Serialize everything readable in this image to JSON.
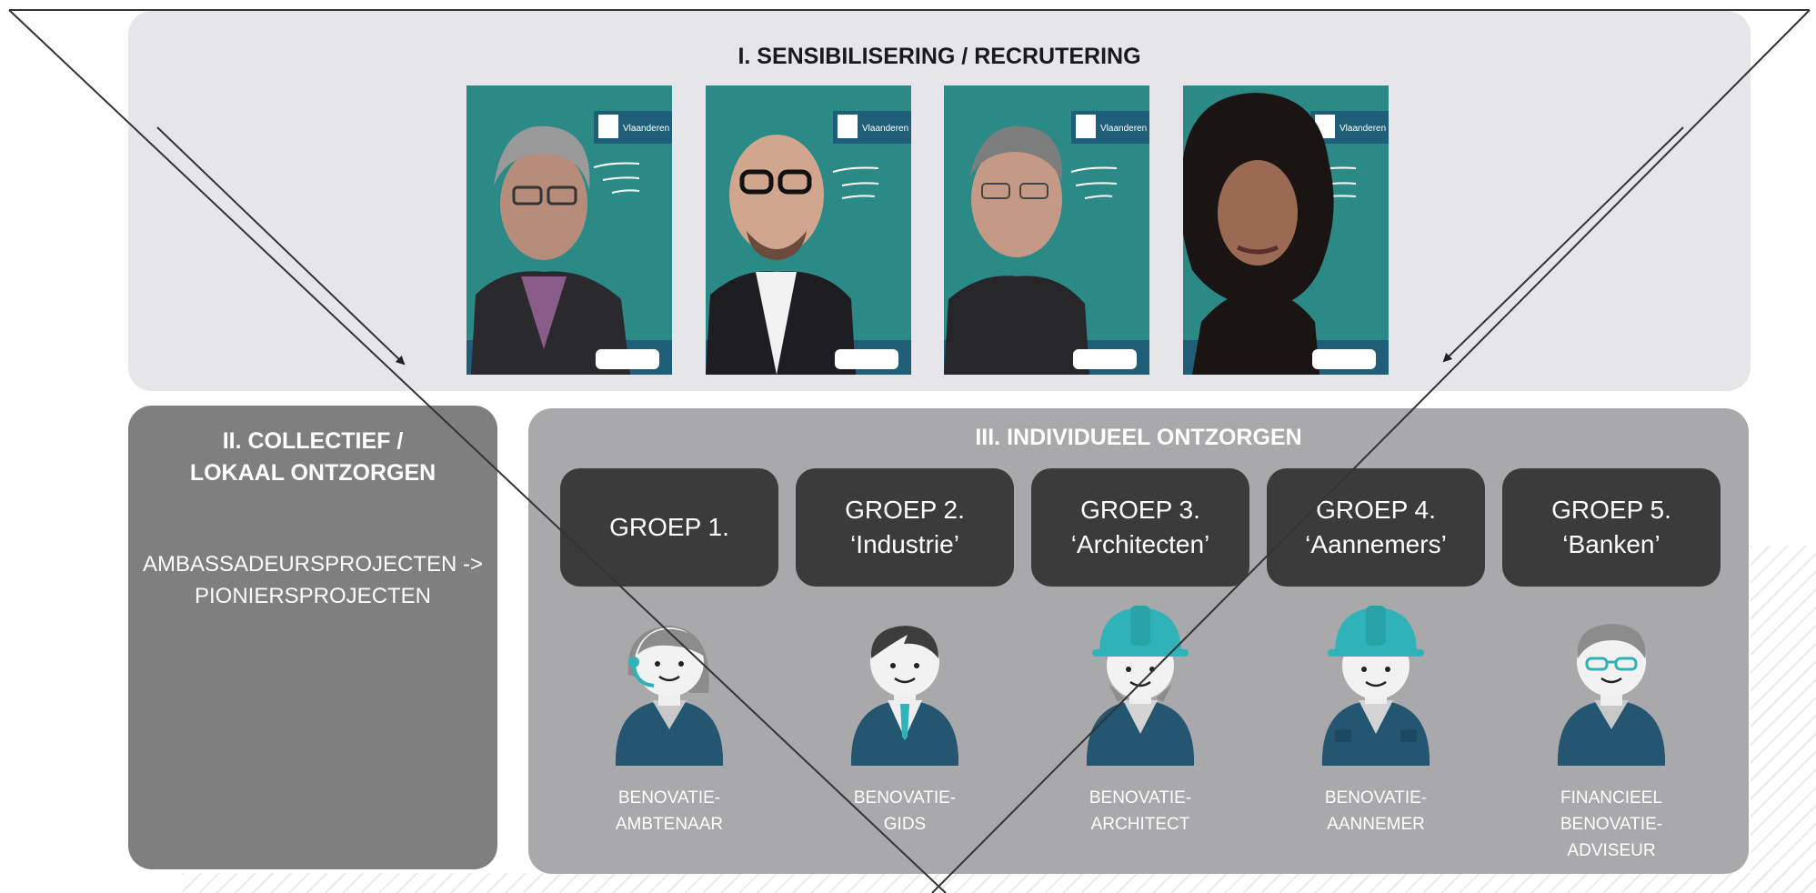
{
  "sensibilisering": {
    "title": "I. SENSIBILISERING / RECRUTERING"
  },
  "posters": [
    {
      "brand": "Vlaanderen",
      "icon": "flanders-logo-icon"
    },
    {
      "brand": "Vlaanderen",
      "icon": "flanders-logo-icon"
    },
    {
      "brand": "Vlaanderen",
      "icon": "flanders-logo-icon"
    },
    {
      "brand": "Vlaanderen",
      "icon": "flanders-logo-icon"
    }
  ],
  "collectief": {
    "title_line1": "II. COLLECTIEF /",
    "title_line2": "LOKAAL ONTZORGEN",
    "text_line1": "AMBASSADEURSPROJECTEN ->",
    "text_line2": "PIONIERSPROJECTEN"
  },
  "individueel": {
    "title": "III. INDIVIDUEEL ONTZORGEN",
    "groups": [
      {
        "line1": "GROEP 1.",
        "line2": ""
      },
      {
        "line1": "GROEP 2.",
        "line2": "‘Industrie’"
      },
      {
        "line1": "GROEP 3.",
        "line2": "‘Architecten’"
      },
      {
        "line1": "GROEP 4.",
        "line2": "‘Aannemers’"
      },
      {
        "line1": "GROEP 5.",
        "line2": "‘Banken’"
      }
    ],
    "roles": [
      {
        "line1": "BENOVATIE-",
        "line2": "AMBTENAAR",
        "line3": "",
        "icon": "headset-official-icon"
      },
      {
        "line1": "BENOVATIE-",
        "line2": "GIDS",
        "line3": "",
        "icon": "businessman-tie-icon"
      },
      {
        "line1": "BENOVATIE-",
        "line2": "ARCHITECT",
        "line3": "",
        "icon": "hardhat-architect-icon"
      },
      {
        "line1": "BENOVATIE-",
        "line2": "AANNEMER",
        "line3": "",
        "icon": "hardhat-contractor-icon"
      },
      {
        "line1": "FINANCIEEL",
        "line2": "BENOVATIE-",
        "line3": "ADVISEUR",
        "icon": "glasses-advisor-icon"
      }
    ]
  },
  "colors": {
    "top_panel": "#e6e6ea",
    "left_panel": "#7f7f7f",
    "right_panel": "#a9a9ab",
    "group_box": "#3b3b3b",
    "teal": "#2fb3b8",
    "navy": "#245571",
    "poster_teal": "#2b8a86"
  }
}
